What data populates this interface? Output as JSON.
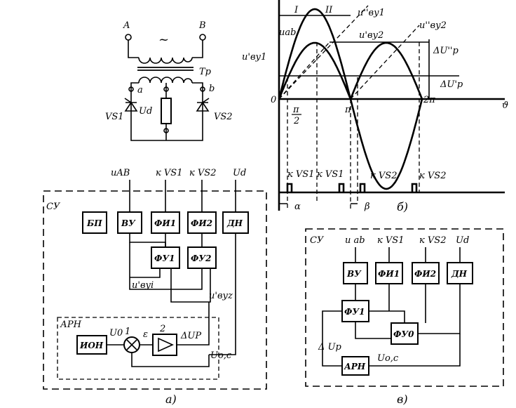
{
  "transformer": {
    "terminal_a_top": "A",
    "terminal_b_top": "B",
    "ac_symbol": "~",
    "tr_label": "Tp",
    "tap_a": "a",
    "tap_b": "b",
    "load_voltage": "Ud",
    "thyristor_1": "VS1",
    "thyristor_2": "VS2"
  },
  "diagram_a": {
    "region_label": "СУ",
    "inputs": {
      "u_ab": "uAB",
      "to_vs1": "к VS1",
      "to_vs2": "к VS2",
      "u_d": "Ud"
    },
    "blocks": {
      "bp": "БП",
      "vu": "ВУ",
      "fi1": "ФИ1",
      "fi2": "ФИ2",
      "dn": "ДН",
      "fu1": "ФУ1",
      "fu2": "ФУ2",
      "ion": "ИОН"
    },
    "signals": {
      "u_vu1": "u'вуi",
      "u_vu2": "u'вуz"
    },
    "arn": {
      "label": "АРН",
      "u0": "U0",
      "epsilon": "ε",
      "delta_up": "ΔUP",
      "u_oc": "Uo,c",
      "node_1": "1",
      "node_2": "2"
    },
    "caption": "а)"
  },
  "diagram_b": {
    "region_1": "I",
    "region_2": "II",
    "u_ab": "uab",
    "u_vu1_prime": "u'ву1",
    "u_vu1_dprime": "u''ву1",
    "u_vu2_prime": "u'ву2",
    "u_vu2_dprime": "u''ву2",
    "delta_up_dprime": "ΔU''p",
    "delta_up_prime": "ΔU'p",
    "origin": "0",
    "tick_pi_half_num": "π",
    "tick_pi_half_den": "2",
    "tick_pi": "π",
    "tick_2pi": "2π",
    "axis": "ϑ",
    "pulses": [
      "к VS1",
      "к VS1",
      "к VS2",
      "к VS2"
    ],
    "alpha": "α",
    "beta": "β",
    "caption": "б)"
  },
  "diagram_c": {
    "region_label": "СУ",
    "inputs": {
      "u_ab": "u ab",
      "to_vs1": "к VS1",
      "to_vs2": "к VS2",
      "u_d": "Ud"
    },
    "blocks": {
      "vu": "ВУ",
      "fi1": "ФИ1",
      "fi2": "ФИ2",
      "dn": "ДН",
      "fu1": "ФУ1",
      "fu0": "ФУ0",
      "arn": "АРН"
    },
    "delta_up": "Δ Up",
    "u_oc": "Uo,c",
    "caption": "в)"
  }
}
